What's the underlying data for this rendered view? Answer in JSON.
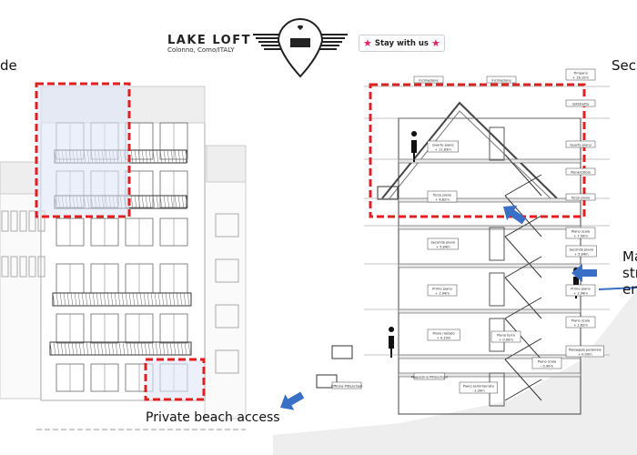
{
  "brand": {
    "title": "LAKE LOFT",
    "subtitle": "Colonno, Como/ITALY",
    "logo_text_top": "COLONNO",
    "logo_text_bottom": "LAKE LOFT"
  },
  "stay_button": {
    "label": "Stay with us",
    "icon": "star-icon",
    "icon_color": "#e0245e"
  },
  "left_caption": "de",
  "right_caption": "Sec",
  "side_caption": [
    "Ma",
    "str",
    "en"
  ],
  "beach_label": "Private beach access",
  "colors": {
    "highlight": "#e02020",
    "arrow": "#3a6fc8",
    "highlight_fill": "#dfe6f7"
  },
  "section_labels": [
    "Inclinazione",
    "Inclinazione",
    "Timpano + 16.10m",
    "Sottotetto",
    "Quarto piano + 11.83m",
    "Quarto piano",
    "Pianerottolo",
    "Terzo piano + 8.82m",
    "Terzo piano",
    "Piano scala + 7.00m",
    "Secondo piano + 5.84m",
    "Secondo piano + 5.84m",
    "Primo piano + 2.94m",
    "Primo piano + 2.94m",
    "Piano scala + 1.62m",
    "Piano rialzato + 0.10m",
    "Piano terra + 0.00m",
    "Passaggio pedonale + 0.00m",
    "Piano scala - 0.90m",
    "Piano seminterrato - 2.39m",
    "Magazzino Pitteschool",
    "Officina Pitteschool"
  ]
}
